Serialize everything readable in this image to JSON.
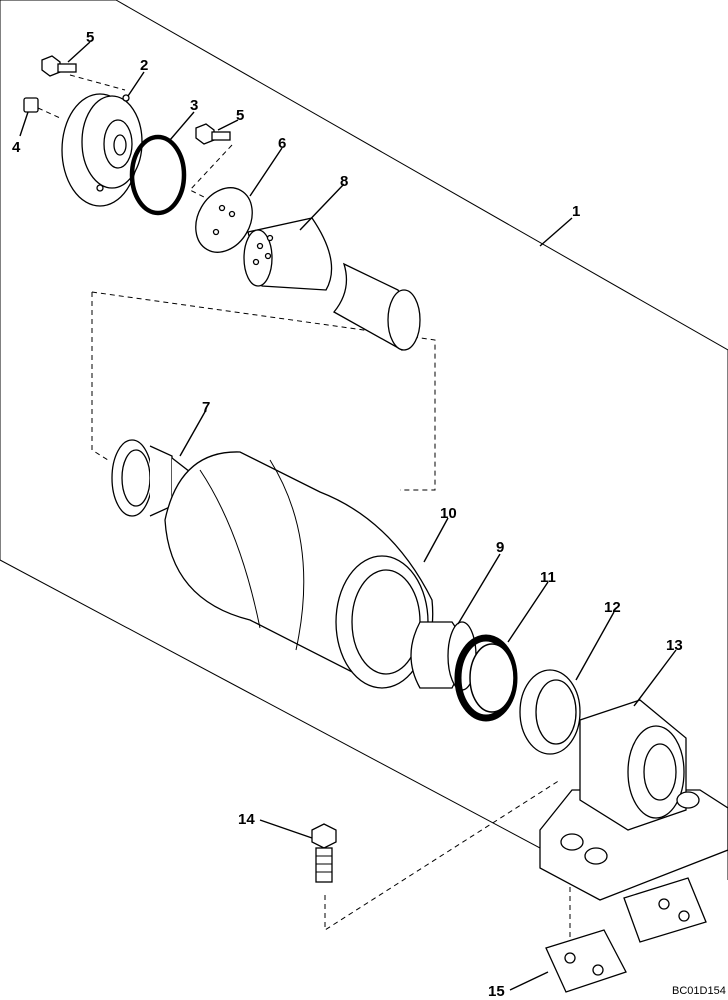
{
  "diagram": {
    "reference_code": "BC01D154",
    "callouts": {
      "c1": "1",
      "c2": "2",
      "c3": "3",
      "c4": "4",
      "c5a": "5",
      "c5b": "5",
      "c6": "6",
      "c7": "7",
      "c8": "8",
      "c9": "9",
      "c10": "10",
      "c11": "11",
      "c12": "12",
      "c13": "13",
      "c14": "14",
      "c15": "15"
    }
  }
}
